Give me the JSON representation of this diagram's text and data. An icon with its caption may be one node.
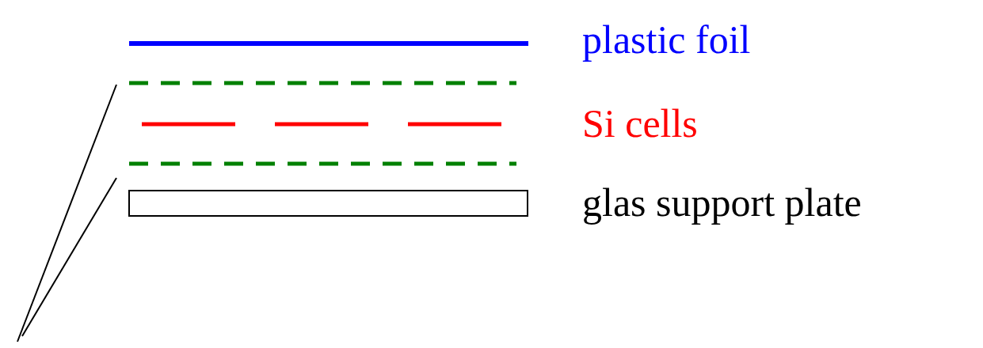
{
  "diagram": {
    "labels": [
      "plastic foil",
      "Si cells",
      "glas support plate"
    ]
  }
}
